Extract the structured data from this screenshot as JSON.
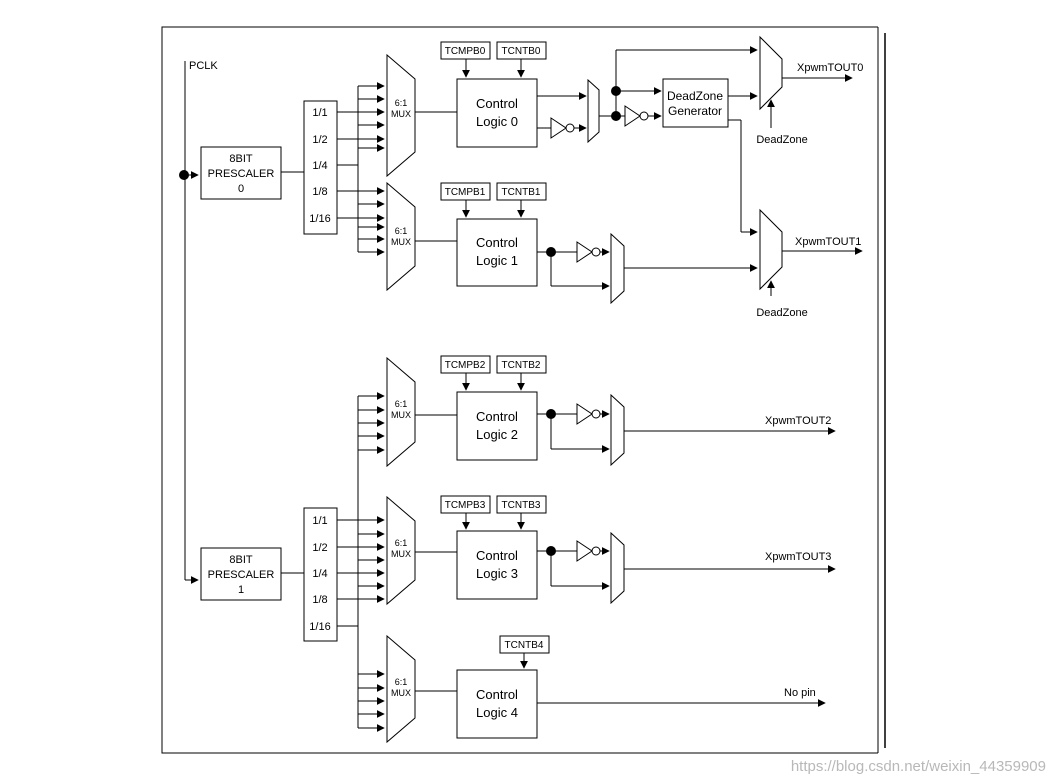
{
  "pclk_label": "PCLK",
  "prescalers": [
    {
      "line1": "8BIT",
      "line2": "PRESCALER",
      "line3": "0"
    },
    {
      "line1": "8BIT",
      "line2": "PRESCALER",
      "line3": "1"
    }
  ],
  "dividers": [
    "1/1",
    "1/2",
    "1/4",
    "1/8",
    "1/16"
  ],
  "mux": {
    "line1": "6:1",
    "line2": "MUX"
  },
  "control_logic": [
    {
      "line1": "Control",
      "line2": "Logic 0",
      "tcmpb": "TCMPB0",
      "tcntb": "TCNTB0"
    },
    {
      "line1": "Control",
      "line2": "Logic 1",
      "tcmpb": "TCMPB1",
      "tcntb": "TCNTB1"
    },
    {
      "line1": "Control",
      "line2": "Logic 2",
      "tcmpb": "TCMPB2",
      "tcntb": "TCNTB2"
    },
    {
      "line1": "Control",
      "line2": "Logic 3",
      "tcmpb": "TCMPB3",
      "tcntb": "TCNTB3"
    },
    {
      "line1": "Control",
      "line2": "Logic 4",
      "tcntb": "TCNTB4"
    }
  ],
  "deadzone_generator": {
    "line1": "DeadZone",
    "line2": "Generator"
  },
  "deadzone_label": "DeadZone",
  "outputs": [
    "XpwmTOUT0",
    "XpwmTOUT1",
    "XpwmTOUT2",
    "XpwmTOUT3",
    "No pin"
  ],
  "watermark": "https://blog.csdn.net/weixin_44359909"
}
